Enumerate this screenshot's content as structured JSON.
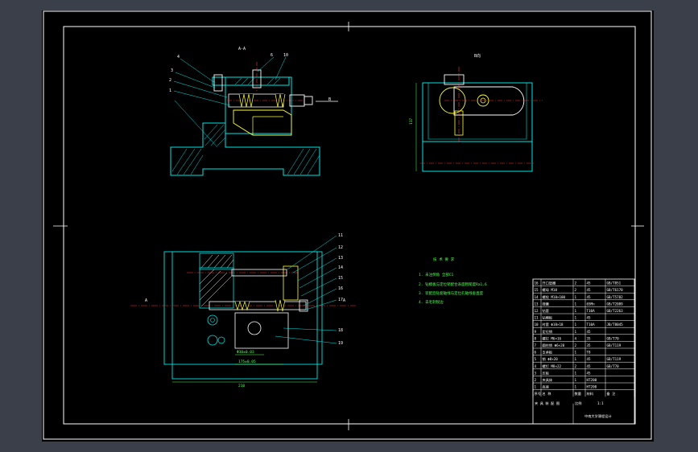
{
  "section_view_title": "A-A",
  "side_view_title": "B向",
  "arrow_label_b": "B",
  "arrow_label_a_left": "A",
  "arrow_label_a_right": "A",
  "callouts_section": [
    "4",
    "3",
    "2",
    "1",
    "6",
    "10"
  ],
  "callouts_plan": [
    "11",
    "12",
    "13",
    "14",
    "15",
    "16",
    "17",
    "18",
    "19"
  ],
  "dims_plan": [
    "Φ30±0.03",
    "175±0.05",
    "210"
  ],
  "dim_side_height": "117",
  "tech_req": {
    "title": "技 术 要 求",
    "items": [
      "1. 未注倒角 全部C1",
      "2. 钻模板与定位销配合表面粗糙度Ra1.6",
      "3. 装配后钻套轴线与定位孔轴线垂直度",
      "4. 去毛刺锐边"
    ]
  },
  "bom": {
    "rows": [
      [
        "16",
        "开口垫圈",
        "2",
        "45",
        "GB/T851"
      ],
      [
        "15",
        "螺母 M10",
        "2",
        "45",
        "GB/T6170"
      ],
      [
        "14",
        "螺栓 M10×100",
        "1",
        "45",
        "GB/T5782"
      ],
      [
        "13",
        "弹簧",
        "1",
        "65Mn",
        "GB/T2089"
      ],
      [
        "12",
        "钻套",
        "1",
        "T10A",
        "GB/T2263"
      ],
      [
        "11",
        "钻模板",
        "1",
        "45",
        ""
      ],
      [
        "10",
        "衬套 Φ10×18",
        "1",
        "T10A",
        "JB/T8045"
      ],
      [
        "9",
        "定位销",
        "1",
        "45",
        ""
      ],
      [
        "8",
        "螺钉 M6×16",
        "4",
        "35",
        "GB/T70"
      ],
      [
        "7",
        "圆柱销 Φ6×20",
        "2",
        "35",
        "GB/T119"
      ],
      [
        "6",
        "支承板",
        "1",
        "T8",
        ""
      ],
      [
        "5",
        "销 Φ8×20",
        "1",
        "45",
        "GB/T119"
      ],
      [
        "4",
        "螺钉 M8×22",
        "2",
        "45",
        "GB/T70"
      ],
      [
        "3",
        "压板",
        "1",
        "45",
        ""
      ],
      [
        "2",
        "夹具体",
        "1",
        "HT200",
        ""
      ],
      [
        "1",
        "底座",
        "1",
        "HT200",
        ""
      ]
    ],
    "header": [
      "序号",
      "名 称",
      "数量",
      "材料",
      "备 注"
    ],
    "title_block": {
      "drawing_name": "夹 具 装 配 图",
      "scale_label": "比例",
      "scale_value": "1:1",
      "school": "中南大学课程设计"
    }
  }
}
